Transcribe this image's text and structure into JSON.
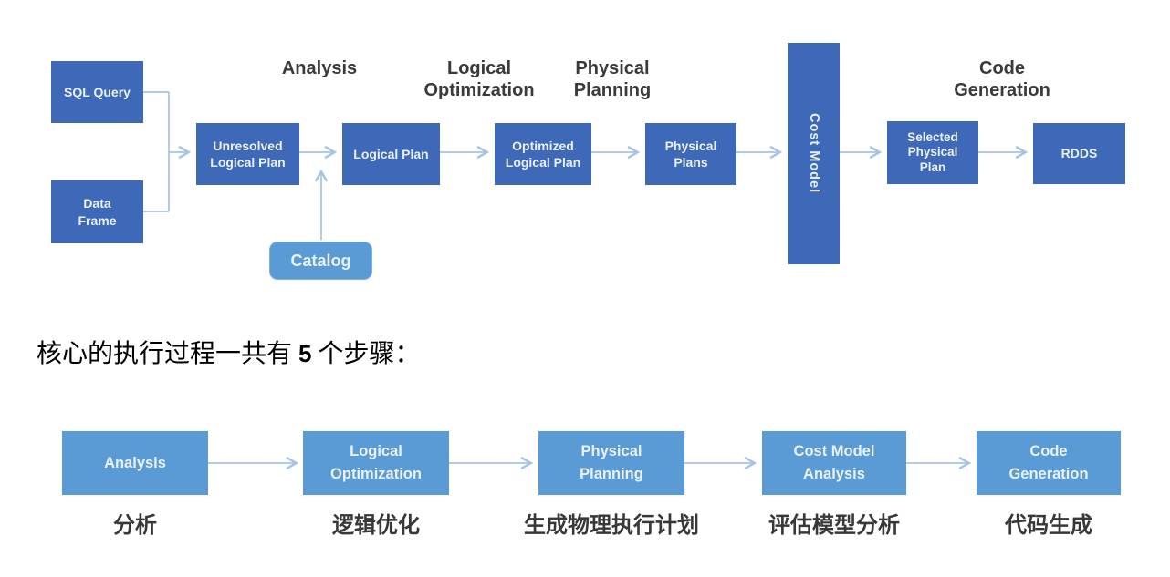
{
  "colors": {
    "background": "#FFFFFF",
    "dark-box": "#3E68B8",
    "light-box": "#5B9BD5",
    "arrow": "#A6C4E2",
    "stage-label": "#3A3A3A",
    "box-text": "#EAF1FB",
    "zh-label": "#383838",
    "caption-text": "#000000"
  },
  "top_diagram": {
    "stages": [
      [
        "Analysis"
      ],
      [
        "Logical",
        "Optimization"
      ],
      [
        "Physical",
        "Planning"
      ],
      [
        "Code",
        "Generation"
      ]
    ],
    "nodes": {
      "sql_query": [
        "SQL Query"
      ],
      "data_frame": [
        "Data",
        "Frame"
      ],
      "unresolved_logical_plan": [
        "Unresolved",
        "Logical Plan"
      ],
      "logical_plan": [
        "Logical Plan"
      ],
      "optimized_logical_plan": [
        "Optimized",
        "Logical Plan"
      ],
      "physical_plans": [
        "Physical",
        "Plans"
      ],
      "cost_model": "Cost Model",
      "selected_physical_plan": [
        "Selected",
        "Physical",
        "Plan"
      ],
      "rdds": [
        "RDDS"
      ],
      "catalog": [
        "Catalog"
      ]
    }
  },
  "caption": {
    "prefix": "核心的执行过程一共有 ",
    "count": "5",
    "suffix": " 个步骤："
  },
  "bottom_diagram": {
    "steps": [
      {
        "en": [
          "Analysis"
        ],
        "zh": "分析"
      },
      {
        "en": [
          "Logical",
          "Optimization"
        ],
        "zh": "逻辑优化"
      },
      {
        "en": [
          "Physical",
          "Planning"
        ],
        "zh": "生成物理执行计划"
      },
      {
        "en": [
          "Cost Model",
          "Analysis"
        ],
        "zh": "评估模型分析"
      },
      {
        "en": [
          "Code",
          "Generation"
        ],
        "zh": "代码生成"
      }
    ]
  }
}
